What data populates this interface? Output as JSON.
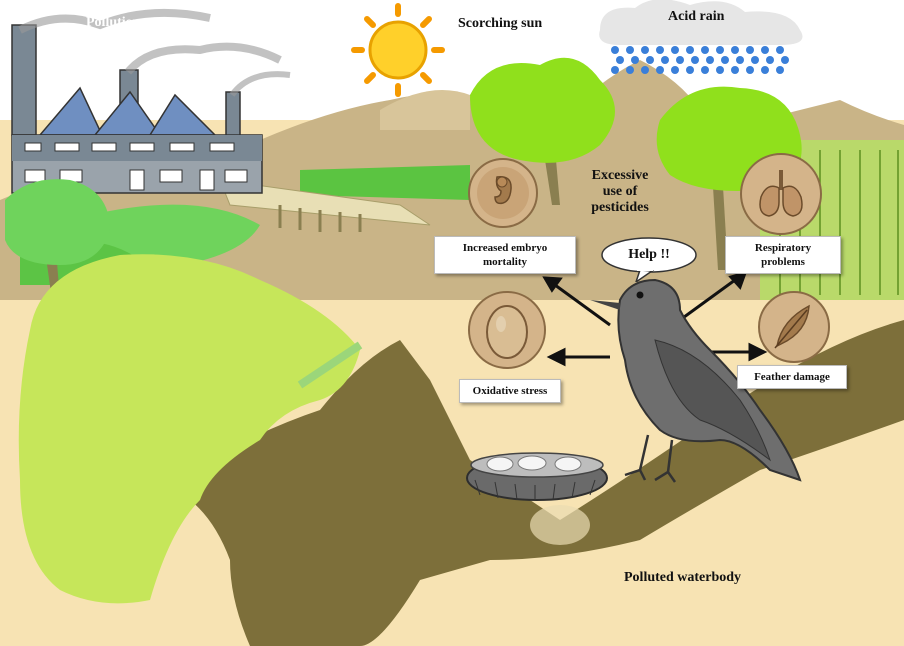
{
  "labels": {
    "pollution": "Pollution",
    "sun": "Scorching sun",
    "acid_rain": "Acid rain",
    "pesticides": "Excessive\nuse of\npesticides",
    "waterbody": "Polluted waterbody"
  },
  "speech": "Help !!",
  "effects": {
    "embryo": "Increased embryo mortality",
    "oxidative": "Oxidative stress",
    "respiratory": "Respiratory problems",
    "feather": "Feather damage"
  },
  "icons": [
    "factory-icon",
    "sun-icon",
    "rain-cloud-icon",
    "embryo-icon",
    "egg-icon",
    "lungs-icon",
    "feather-icon",
    "bird-icon",
    "nest-icon"
  ],
  "colors": {
    "ground": "#f7e3b3",
    "hills": "#c9b487",
    "tree_green": "#90e01c",
    "foliage": "#c6e65a",
    "trunk": "#7d6f3a",
    "badge": "#d4b48a"
  }
}
